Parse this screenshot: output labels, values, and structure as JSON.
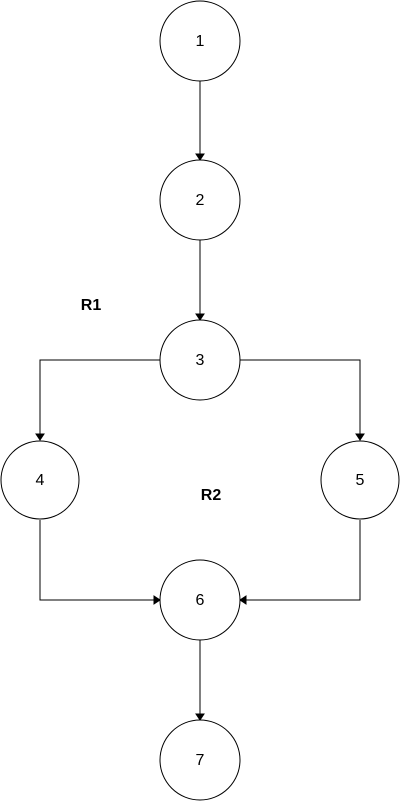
{
  "diagram": {
    "nodes": [
      {
        "id": "1",
        "label": "1"
      },
      {
        "id": "2",
        "label": "2"
      },
      {
        "id": "3",
        "label": "3"
      },
      {
        "id": "4",
        "label": "4"
      },
      {
        "id": "5",
        "label": "5"
      },
      {
        "id": "6",
        "label": "6"
      },
      {
        "id": "7",
        "label": "7"
      }
    ],
    "edges": [
      {
        "from": "1",
        "to": "2"
      },
      {
        "from": "2",
        "to": "3"
      },
      {
        "from": "3",
        "to": "4"
      },
      {
        "from": "3",
        "to": "5"
      },
      {
        "from": "4",
        "to": "6"
      },
      {
        "from": "5",
        "to": "6"
      },
      {
        "from": "6",
        "to": "7"
      }
    ],
    "regions": [
      {
        "id": "R1",
        "label": "R1"
      },
      {
        "id": "R2",
        "label": "R2"
      }
    ],
    "colors": {
      "stroke": "#000000",
      "fill": "#ffffff",
      "text": "#000000"
    }
  }
}
